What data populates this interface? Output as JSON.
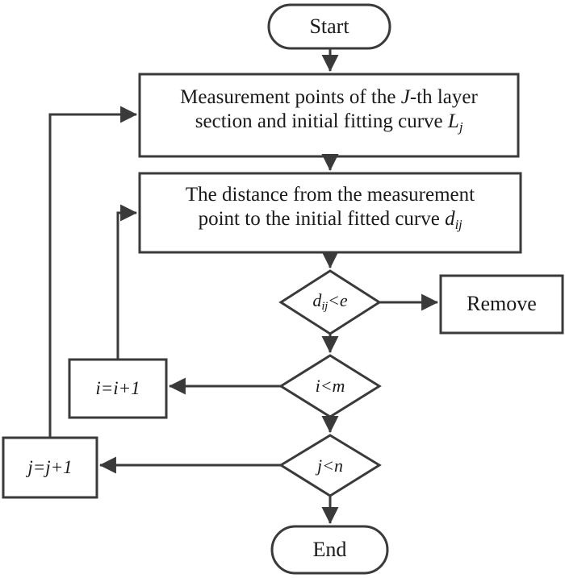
{
  "diagram": {
    "type": "flowchart",
    "title": "Layer section measurement point fitting flowchart",
    "orientation": "top-to-bottom",
    "stroke_color": "#3a3a3a",
    "text_color": "#1a1a1a",
    "background_color": "#ffffff"
  },
  "nodes": {
    "start": {
      "shape": "terminal",
      "label": "Start"
    },
    "measurement_points": {
      "shape": "process",
      "line1_prefix": "Measurement points of the ",
      "line1_var": "J",
      "line1_suffix": "-th layer",
      "line2_prefix": "section and initial fitting curve ",
      "line2_var": "L",
      "line2_sub": "j"
    },
    "distance": {
      "shape": "process",
      "line1": "The distance from the measurement",
      "line2_prefix": "point to the initial fitted curve ",
      "line2_var": "d",
      "line2_sub": "ij"
    },
    "decision_distance": {
      "shape": "decision",
      "var": "d",
      "sub": "ij",
      "op": "<",
      "rhs": "e",
      "label_plain": "d(ij)<e"
    },
    "remove": {
      "shape": "process",
      "label": "Remove"
    },
    "decision_i": {
      "shape": "decision",
      "var": "i",
      "op": "<",
      "rhs": "m",
      "label_plain": "i<m"
    },
    "increment_i": {
      "shape": "process",
      "label": "i=i+1"
    },
    "decision_j": {
      "shape": "decision",
      "var": "j",
      "op": "<",
      "rhs": "n",
      "label_plain": "j<n"
    },
    "increment_j": {
      "shape": "process",
      "label": "j=j+1"
    },
    "end": {
      "shape": "terminal",
      "label": "End"
    }
  },
  "edges": [
    {
      "from": "start",
      "to": "measurement_points",
      "label": ""
    },
    {
      "from": "measurement_points",
      "to": "distance",
      "label": ""
    },
    {
      "from": "distance",
      "to": "decision_distance",
      "label": ""
    },
    {
      "from": "decision_distance",
      "to": "remove",
      "label": ""
    },
    {
      "from": "decision_distance",
      "to": "decision_i",
      "label": ""
    },
    {
      "from": "decision_i",
      "to": "increment_i",
      "label": ""
    },
    {
      "from": "increment_i",
      "to": "distance",
      "label": ""
    },
    {
      "from": "decision_i",
      "to": "decision_j",
      "label": ""
    },
    {
      "from": "decision_j",
      "to": "increment_j",
      "label": ""
    },
    {
      "from": "increment_j",
      "to": "measurement_points",
      "label": ""
    },
    {
      "from": "decision_j",
      "to": "end",
      "label": ""
    }
  ]
}
